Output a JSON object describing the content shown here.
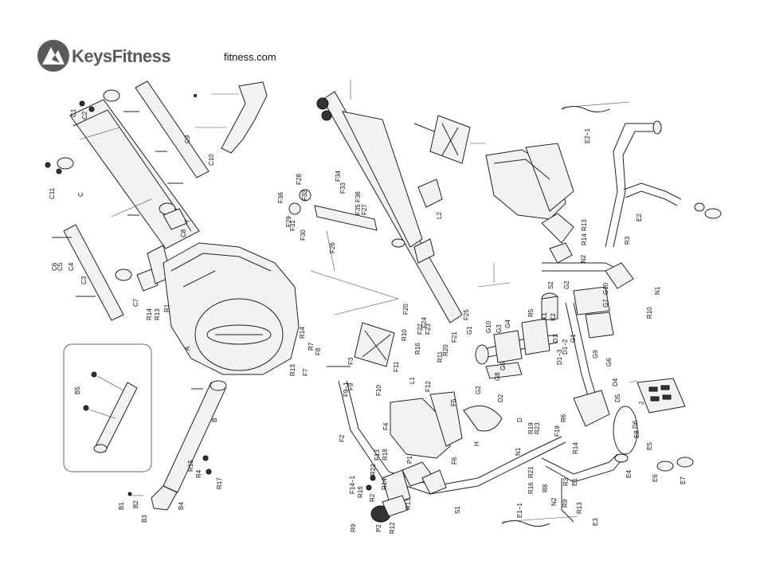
{
  "header": {
    "brand": "KeysFitness",
    "website": "fitness.com"
  },
  "colors": {
    "ink": "#222222",
    "brand_gray": "#5a5a5a"
  },
  "labels": {
    "A": "A",
    "B": "B",
    "B1": "B1",
    "B2": "B2",
    "B3": "B3",
    "B4": "B4",
    "B5": "B5",
    "C": "C",
    "C1": "C1",
    "C2": "C2",
    "C3": "C3",
    "C4": "C4",
    "C5": "C5",
    "C6": "C6",
    "C7": "C7",
    "C8": "C8",
    "C9": "C9",
    "C10": "C10",
    "C11": "C11",
    "D": "D",
    "D1": "D1",
    "D1_2": "D1−2",
    "D1_3": "D1−3",
    "D2": "D2",
    "D4": "D4",
    "D5": "D5",
    "D6": "D6",
    "E1": "E1",
    "E1_1": "E1−1",
    "E2": "E2",
    "E2_1": "E2−1",
    "E3": "E3",
    "E4": "E4",
    "E5": "E5",
    "E6": "E6",
    "E7": "E7",
    "E8": "E8",
    "F1": "F1",
    "F2": "F2",
    "F3": "F3",
    "F4": "F4",
    "F5": "F5",
    "F6": "F6",
    "F7": "F7",
    "F8": "F8",
    "F9": "F9",
    "F9_1": "F9−1",
    "F10": "F10",
    "F11": "F11",
    "F12": "F12",
    "F13": "F13",
    "F14_1": "F14−1",
    "F19": "F19",
    "F20": "F20",
    "F21": "F21",
    "F22": "F22",
    "F23": "F23",
    "F24": "F24",
    "F25": "F25",
    "F26": "F26",
    "F27": "F27",
    "F28": "F28",
    "F29": "F29",
    "F30": "F30",
    "F31": "F31",
    "F32": "F32",
    "F33": "F33",
    "F34": "F34",
    "F35": "F35",
    "F36": "F36",
    "F36b": "F36",
    "G1": "G1",
    "G2": "G2",
    "G4": "G4",
    "G5": "G5",
    "G6": "G6",
    "G7": "G7",
    "G8": "G8",
    "G9": "G9",
    "G10": "G10",
    "G10b": "G10",
    "G3": "G3",
    "H": "H",
    "J": "J",
    "K1": "K1",
    "K2": "K2",
    "L1": "L1",
    "L2": "L2",
    "N1": "N1",
    "N2": "N2",
    "N2b": "N2",
    "N2c": "N2",
    "P1": "P1",
    "P2": "P2",
    "R1": "R1",
    "R2": "R2",
    "R3": "R3",
    "R3b": "R3",
    "R4": "R4",
    "R5": "R5",
    "R6": "R6",
    "R7": "R7",
    "R8": "R8",
    "R9": "R9",
    "R9b": "R9",
    "R10": "R10",
    "R10b": "R10",
    "R11": "R11",
    "R12": "R12",
    "R13": "R13",
    "R13b": "R13",
    "R13c": "R13",
    "R13d": "R13",
    "R13e": "R13",
    "R14": "R14",
    "R14b": "R14",
    "R14c": "R14",
    "R14d": "R14",
    "R14e": "R14",
    "R15": "R15",
    "R16": "R16",
    "R16b": "R16",
    "R16c": "R16",
    "R17": "R17",
    "R18": "R18",
    "R19": "R19",
    "R20": "R20",
    "R21": "R21",
    "R22": "R22",
    "R23": "R23",
    "S1": "S1",
    "S2": "S2",
    "T": "T",
    "T1": "T"
  }
}
